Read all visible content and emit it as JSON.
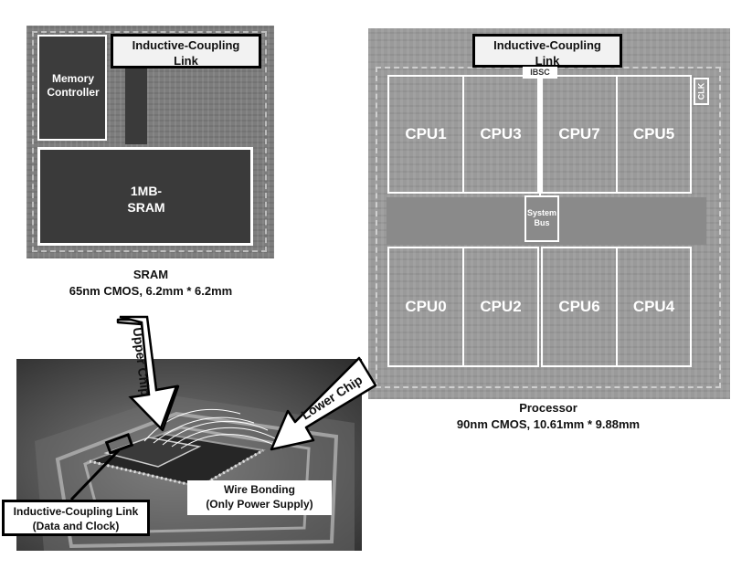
{
  "sram_die": {
    "link_label": "Inductive-Coupling\nLink",
    "memory_controller_label": "Memory\nController",
    "sram_block_label": "1MB-\nSRAM",
    "caption_line1": "SRAM",
    "caption_line2": "65nm CMOS, 6.2mm * 6.2mm"
  },
  "processor_die": {
    "link_label": "Inductive-Coupling\nLink",
    "ibsc_label": "IBSC",
    "clk_label": "CLK",
    "system_bus_label": "System\nBus",
    "cpus_top": [
      "CPU1",
      "CPU3",
      "CPU7",
      "CPU5"
    ],
    "cpus_bottom": [
      "CPU0",
      "CPU2",
      "CPU6",
      "CPU4"
    ],
    "caption_line1": "Processor",
    "caption_line2": "90nm CMOS, 10.61mm * 9.88mm"
  },
  "package_photo": {
    "upper_chip_arrow": "Upper Chip",
    "lower_chip_arrow": "Lower Chip",
    "wire_bonding_label": "Wire Bonding\n(Only Power Supply)",
    "link_callout": "Inductive-Coupling Link\n(Data and Clock)"
  }
}
